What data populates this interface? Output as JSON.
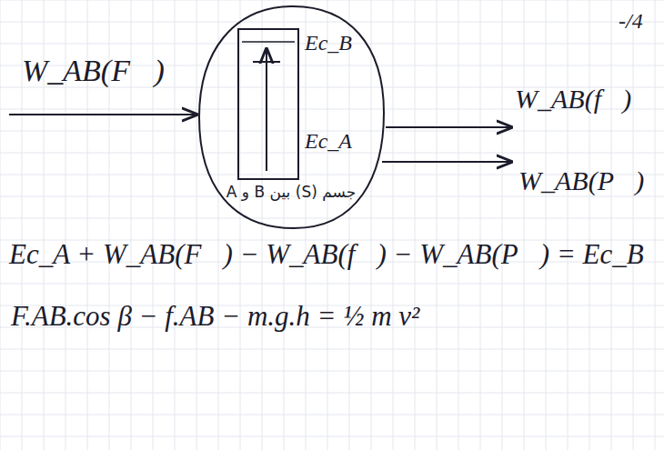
{
  "diagram": {
    "nodes": [
      {
        "text": [
          "Ec_B",
          "Ec_A",
          "جسم (S) بين B و A"
        ]
      }
    ],
    "labels": [
      "W_AB(F⃗)",
      "-/4",
      "W_AB(f⃗)",
      "W_AB(P⃗)",
      "Ec_A + W_AB(F⃗) − W_AB(f⃗) − W_AB(P⃗) = Ec_B",
      "F.AB.cos β − f.AB − m.g.h = ½ m v²"
    ]
  }
}
